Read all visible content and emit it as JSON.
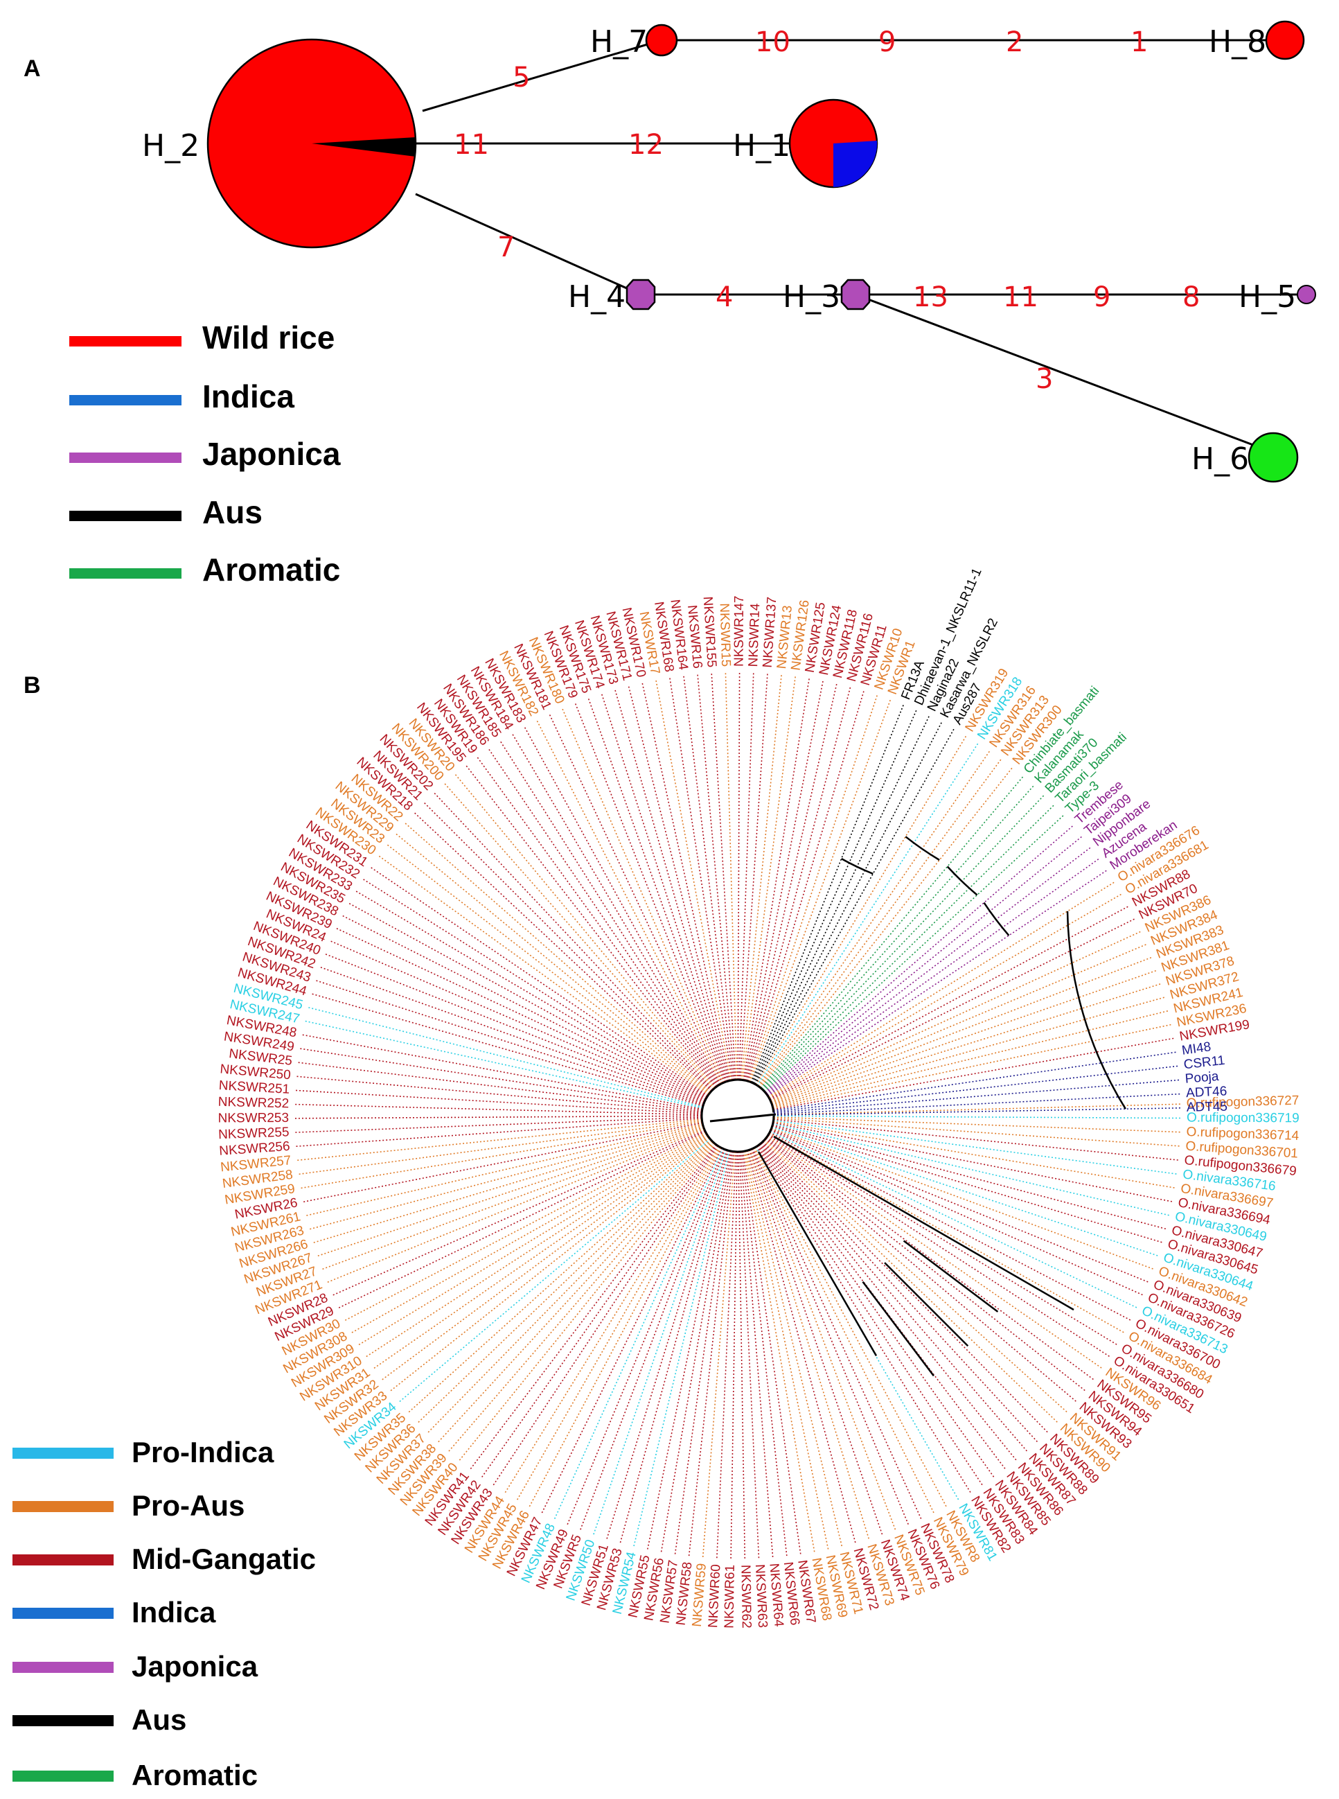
{
  "panel_a": {
    "letter": "A",
    "colors": {
      "wild_rice": "#fd0000",
      "indica": "#0a0ae8",
      "japonica": "#b04cb8",
      "aus": "#000000",
      "aromatic": "#16e616"
    },
    "nodes": [
      {
        "id": "H_2",
        "label": "H_2"
      },
      {
        "id": "H_7",
        "label": "H_7"
      },
      {
        "id": "H_8",
        "label": "H_8"
      },
      {
        "id": "H_1",
        "label": "H_1"
      },
      {
        "id": "H_4",
        "label": "H_4"
      },
      {
        "id": "H_3",
        "label": "H_3"
      },
      {
        "id": "H_5",
        "label": "H_5"
      },
      {
        "id": "H_6",
        "label": "H_6"
      }
    ],
    "mutations": [
      {
        "label": "5",
        "edge": "H_2-H_7"
      },
      {
        "label": "10",
        "edge": "H_7-H_8"
      },
      {
        "label": "9",
        "edge": "H_7-H_8"
      },
      {
        "label": "2",
        "edge": "H_7-H_8"
      },
      {
        "label": "1",
        "edge": "H_7-H_8"
      },
      {
        "label": "11",
        "edge": "H_2-H_1"
      },
      {
        "label": "12",
        "edge": "H_2-H_1"
      },
      {
        "label": "7",
        "edge": "H_2-H_4"
      },
      {
        "label": "4",
        "edge": "H_4-H_3"
      },
      {
        "label": "13",
        "edge": "H_3-H_5"
      },
      {
        "label": "11",
        "edge": "H_3-H_5"
      },
      {
        "label": "9",
        "edge": "H_3-H_5"
      },
      {
        "label": "8",
        "edge": "H_3-H_5"
      },
      {
        "label": "3",
        "edge": "H_3-H_6"
      }
    ],
    "legend": [
      {
        "label": "Wild rice",
        "color": "#fd0000"
      },
      {
        "label": "Indica",
        "color": "#1a6fd0"
      },
      {
        "label": "Japonica",
        "color": "#b04cb8"
      },
      {
        "label": "Aus",
        "color": "#000000"
      },
      {
        "label": "Aromatic",
        "color": "#1aa84a"
      }
    ]
  },
  "panel_b": {
    "letter": "B",
    "group_colors": {
      "pro_indica": "#29cfe3",
      "pro_aus": "#e07a26",
      "mid_gangatic": "#b2141f",
      "indica": "#1a1a8c",
      "japonica": "#8b1c8b",
      "aus": "#000000",
      "aromatic": "#1a9a4a"
    },
    "leaves": [
      {
        "label": "O.rufipogon336727",
        "group": "pro_aus"
      },
      {
        "label": "O.rufipogon336719",
        "group": "pro_indica"
      },
      {
        "label": "O.rufipogon336714",
        "group": "pro_aus"
      },
      {
        "label": "O.rufipogon336701",
        "group": "pro_aus"
      },
      {
        "label": "O.rufipogon336679",
        "group": "mid_gangatic"
      },
      {
        "label": "O.nivara336716",
        "group": "pro_indica"
      },
      {
        "label": "O.nivara336697",
        "group": "pro_aus"
      },
      {
        "label": "O.nivara336694",
        "group": "mid_gangatic"
      },
      {
        "label": "O.nivara330649",
        "group": "pro_indica"
      },
      {
        "label": "O.nivara330647",
        "group": "mid_gangatic"
      },
      {
        "label": "O.nivara330645",
        "group": "mid_gangatic"
      },
      {
        "label": "O.nivara330644",
        "group": "pro_indica"
      },
      {
        "label": "O.nivara330642",
        "group": "pro_aus"
      },
      {
        "label": "O.nivara330639",
        "group": "mid_gangatic"
      },
      {
        "label": "O.nivara336726",
        "group": "mid_gangatic"
      },
      {
        "label": "O.nivara336713",
        "group": "pro_indica"
      },
      {
        "label": "O.nivara336700",
        "group": "mid_gangatic"
      },
      {
        "label": "O.nivara336684",
        "group": "pro_aus"
      },
      {
        "label": "O.nivara336680",
        "group": "mid_gangatic"
      },
      {
        "label": "O.nivara330651",
        "group": "mid_gangatic"
      },
      {
        "label": "NKSWR96",
        "group": "pro_aus"
      },
      {
        "label": "NKSWR95",
        "group": "mid_gangatic"
      },
      {
        "label": "NKSWR94",
        "group": "mid_gangatic"
      },
      {
        "label": "NKSWR93",
        "group": "mid_gangatic"
      },
      {
        "label": "NKSWR91",
        "group": "pro_aus"
      },
      {
        "label": "NKSWR90",
        "group": "pro_aus"
      },
      {
        "label": "NKSWR89",
        "group": "mid_gangatic"
      },
      {
        "label": "NKSWR88",
        "group": "mid_gangatic"
      },
      {
        "label": "NKSWR87",
        "group": "mid_gangatic"
      },
      {
        "label": "NKSWR86",
        "group": "mid_gangatic"
      },
      {
        "label": "NKSWR85",
        "group": "mid_gangatic"
      },
      {
        "label": "NKSWR84",
        "group": "mid_gangatic"
      },
      {
        "label": "NKSWR83",
        "group": "mid_gangatic"
      },
      {
        "label": "NKSWR82",
        "group": "mid_gangatic"
      },
      {
        "label": "NKSWR81",
        "group": "pro_indica"
      },
      {
        "label": "NKSWR8",
        "group": "pro_aus"
      },
      {
        "label": "NKSWR79",
        "group": "pro_aus"
      },
      {
        "label": "NKSWR78",
        "group": "mid_gangatic"
      },
      {
        "label": "NKSWR76",
        "group": "mid_gangatic"
      },
      {
        "label": "NKSWR75",
        "group": "pro_aus"
      },
      {
        "label": "NKSWR74",
        "group": "mid_gangatic"
      },
      {
        "label": "NKSWR73",
        "group": "pro_aus"
      },
      {
        "label": "NKSWR72",
        "group": "mid_gangatic"
      },
      {
        "label": "NKSWR71",
        "group": "pro_aus"
      },
      {
        "label": "NKSWR69",
        "group": "pro_aus"
      },
      {
        "label": "NKSWR68",
        "group": "pro_aus"
      },
      {
        "label": "NKSWR67",
        "group": "mid_gangatic"
      },
      {
        "label": "NKSWR66",
        "group": "mid_gangatic"
      },
      {
        "label": "NKSWR64",
        "group": "mid_gangatic"
      },
      {
        "label": "NKSWR63",
        "group": "mid_gangatic"
      },
      {
        "label": "NKSWR62",
        "group": "mid_gangatic"
      },
      {
        "label": "NKSWR61",
        "group": "mid_gangatic"
      },
      {
        "label": "NKSWR60",
        "group": "mid_gangatic"
      },
      {
        "label": "NKSWR59",
        "group": "pro_aus"
      },
      {
        "label": "NKSWR58",
        "group": "mid_gangatic"
      },
      {
        "label": "NKSWR57",
        "group": "mid_gangatic"
      },
      {
        "label": "NKSWR56",
        "group": "mid_gangatic"
      },
      {
        "label": "NKSWR55",
        "group": "mid_gangatic"
      },
      {
        "label": "NKSWR54",
        "group": "pro_indica"
      },
      {
        "label": "NKSWR53",
        "group": "mid_gangatic"
      },
      {
        "label": "NKSWR51",
        "group": "mid_gangatic"
      },
      {
        "label": "NKSWR50",
        "group": "pro_indica"
      },
      {
        "label": "NKSWR5",
        "group": "mid_gangatic"
      },
      {
        "label": "NKSWR49",
        "group": "mid_gangatic"
      },
      {
        "label": "NKSWR48",
        "group": "pro_indica"
      },
      {
        "label": "NKSWR47",
        "group": "mid_gangatic"
      },
      {
        "label": "NKSWR46",
        "group": "pro_aus"
      },
      {
        "label": "NKSWR45",
        "group": "pro_aus"
      },
      {
        "label": "NKSWR44",
        "group": "pro_aus"
      },
      {
        "label": "NKSWR43",
        "group": "mid_gangatic"
      },
      {
        "label": "NKSWR42",
        "group": "mid_gangatic"
      },
      {
        "label": "NKSWR41",
        "group": "mid_gangatic"
      },
      {
        "label": "NKSWR40",
        "group": "pro_aus"
      },
      {
        "label": "NKSWR39",
        "group": "pro_aus"
      },
      {
        "label": "NKSWR38",
        "group": "pro_aus"
      },
      {
        "label": "NKSWR37",
        "group": "pro_aus"
      },
      {
        "label": "NKSWR36",
        "group": "pro_aus"
      },
      {
        "label": "NKSWR35",
        "group": "pro_aus"
      },
      {
        "label": "NKSWR34",
        "group": "pro_indica"
      },
      {
        "label": "NKSWR33",
        "group": "pro_aus"
      },
      {
        "label": "NKSWR32",
        "group": "pro_aus"
      },
      {
        "label": "NKSWR31",
        "group": "pro_aus"
      },
      {
        "label": "NKSWR310",
        "group": "pro_aus"
      },
      {
        "label": "NKSWR309",
        "group": "pro_aus"
      },
      {
        "label": "NKSWR308",
        "group": "pro_aus"
      },
      {
        "label": "NKSWR30",
        "group": "pro_aus"
      },
      {
        "label": "NKSWR29",
        "group": "mid_gangatic"
      },
      {
        "label": "NKSWR28",
        "group": "mid_gangatic"
      },
      {
        "label": "NKSWR271",
        "group": "pro_aus"
      },
      {
        "label": "NKSWR27",
        "group": "pro_aus"
      },
      {
        "label": "NKSWR267",
        "group": "pro_aus"
      },
      {
        "label": "NKSWR266",
        "group": "pro_aus"
      },
      {
        "label": "NKSWR263",
        "group": "pro_aus"
      },
      {
        "label": "NKSWR261",
        "group": "pro_aus"
      },
      {
        "label": "NKSWR26",
        "group": "mid_gangatic"
      },
      {
        "label": "NKSWR259",
        "group": "pro_aus"
      },
      {
        "label": "NKSWR258",
        "group": "pro_aus"
      },
      {
        "label": "NKSWR257",
        "group": "pro_aus"
      },
      {
        "label": "NKSWR256",
        "group": "mid_gangatic"
      },
      {
        "label": "NKSWR255",
        "group": "mid_gangatic"
      },
      {
        "label": "NKSWR253",
        "group": "mid_gangatic"
      },
      {
        "label": "NKSWR252",
        "group": "mid_gangatic"
      },
      {
        "label": "NKSWR251",
        "group": "mid_gangatic"
      },
      {
        "label": "NKSWR250",
        "group": "mid_gangatic"
      },
      {
        "label": "NKSWR25",
        "group": "mid_gangatic"
      },
      {
        "label": "NKSWR249",
        "group": "mid_gangatic"
      },
      {
        "label": "NKSWR248",
        "group": "mid_gangatic"
      },
      {
        "label": "NKSWR247",
        "group": "pro_indica"
      },
      {
        "label": "NKSWR245",
        "group": "pro_indica"
      },
      {
        "label": "NKSWR244",
        "group": "mid_gangatic"
      },
      {
        "label": "NKSWR243",
        "group": "mid_gangatic"
      },
      {
        "label": "NKSWR242",
        "group": "mid_gangatic"
      },
      {
        "label": "NKSWR240",
        "group": "mid_gangatic"
      },
      {
        "label": "NKSWR24",
        "group": "mid_gangatic"
      },
      {
        "label": "NKSWR239",
        "group": "mid_gangatic"
      },
      {
        "label": "NKSWR238",
        "group": "mid_gangatic"
      },
      {
        "label": "NKSWR235",
        "group": "mid_gangatic"
      },
      {
        "label": "NKSWR233",
        "group": "mid_gangatic"
      },
      {
        "label": "NKSWR232",
        "group": "mid_gangatic"
      },
      {
        "label": "NKSWR231",
        "group": "mid_gangatic"
      },
      {
        "label": "NKSWR230",
        "group": "pro_aus"
      },
      {
        "label": "NKSWR23",
        "group": "pro_aus"
      },
      {
        "label": "NKSWR229",
        "group": "pro_aus"
      },
      {
        "label": "NKSWR22",
        "group": "pro_aus"
      },
      {
        "label": "NKSWR218",
        "group": "mid_gangatic"
      },
      {
        "label": "NKSWR21",
        "group": "mid_gangatic"
      },
      {
        "label": "NKSWR202",
        "group": "mid_gangatic"
      },
      {
        "label": "NKSWR200",
        "group": "pro_aus"
      },
      {
        "label": "NKSWR20",
        "group": "pro_aus"
      },
      {
        "label": "NKSWR195",
        "group": "mid_gangatic"
      },
      {
        "label": "NKSWR19",
        "group": "mid_gangatic"
      },
      {
        "label": "NKSWR186",
        "group": "mid_gangatic"
      },
      {
        "label": "NKSWR185",
        "group": "mid_gangatic"
      },
      {
        "label": "NKSWR184",
        "group": "mid_gangatic"
      },
      {
        "label": "NKSWR183",
        "group": "mid_gangatic"
      },
      {
        "label": "NKSWR182",
        "group": "pro_aus"
      },
      {
        "label": "NKSWR181",
        "group": "mid_gangatic"
      },
      {
        "label": "NKSWR180",
        "group": "pro_aus"
      },
      {
        "label": "NKSWR179",
        "group": "mid_gangatic"
      },
      {
        "label": "NKSWR175",
        "group": "mid_gangatic"
      },
      {
        "label": "NKSWR174",
        "group": "mid_gangatic"
      },
      {
        "label": "NKSWR173",
        "group": "mid_gangatic"
      },
      {
        "label": "NKSWR171",
        "group": "mid_gangatic"
      },
      {
        "label": "NKSWR170",
        "group": "mid_gangatic"
      },
      {
        "label": "NKSWR17",
        "group": "pro_aus"
      },
      {
        "label": "NKSWR168",
        "group": "mid_gangatic"
      },
      {
        "label": "NKSWR164",
        "group": "mid_gangatic"
      },
      {
        "label": "NKSWR16",
        "group": "mid_gangatic"
      },
      {
        "label": "NKSWR155",
        "group": "mid_gangatic"
      },
      {
        "label": "NKSWR15",
        "group": "pro_aus"
      },
      {
        "label": "NKSWR147",
        "group": "mid_gangatic"
      },
      {
        "label": "NKSWR14",
        "group": "mid_gangatic"
      },
      {
        "label": "NKSWR137",
        "group": "mid_gangatic"
      },
      {
        "label": "NKSWR13",
        "group": "pro_aus"
      },
      {
        "label": "NKSWR126",
        "group": "pro_aus"
      },
      {
        "label": "NKSWR125",
        "group": "mid_gangatic"
      },
      {
        "label": "NKSWR124",
        "group": "mid_gangatic"
      },
      {
        "label": "NKSWR118",
        "group": "mid_gangatic"
      },
      {
        "label": "NKSWR116",
        "group": "mid_gangatic"
      },
      {
        "label": "NKSWR11",
        "group": "mid_gangatic"
      },
      {
        "label": "NKSWR10",
        "group": "pro_aus"
      },
      {
        "label": "NKSWR1",
        "group": "pro_aus"
      },
      {
        "label": "FR13A",
        "group": "aus"
      },
      {
        "label": "Dhiraevan-1_NKSLR11-1",
        "group": "aus"
      },
      {
        "label": "Nagina22",
        "group": "aus"
      },
      {
        "label": "Kasarwa_NKSLR2",
        "group": "aus"
      },
      {
        "label": "Aus287",
        "group": "aus"
      },
      {
        "label": "NKSWR319",
        "group": "pro_aus"
      },
      {
        "label": "NKSWR318",
        "group": "pro_indica"
      },
      {
        "label": "NKSWR316",
        "group": "pro_aus"
      },
      {
        "label": "NKSWR313",
        "group": "pro_aus"
      },
      {
        "label": "NKSWR300",
        "group": "pro_aus"
      },
      {
        "label": "Chinbiate_basmati",
        "group": "aromatic"
      },
      {
        "label": "Kalanamak",
        "group": "aromatic"
      },
      {
        "label": "Basmati370",
        "group": "aromatic"
      },
      {
        "label": "Taraori_basmati",
        "group": "aromatic"
      },
      {
        "label": "Type-3",
        "group": "aromatic"
      },
      {
        "label": "Trembese",
        "group": "japonica"
      },
      {
        "label": "Taipei309",
        "group": "japonica"
      },
      {
        "label": "Nipponbare",
        "group": "japonica"
      },
      {
        "label": "Azucena",
        "group": "japonica"
      },
      {
        "label": "Moroberekan",
        "group": "japonica"
      },
      {
        "label": "O.nivara336676",
        "group": "pro_aus"
      },
      {
        "label": "O.nivara336681",
        "group": "pro_aus"
      },
      {
        "label": "NKSWR88",
        "group": "mid_gangatic"
      },
      {
        "label": "NKSWR70",
        "group": "mid_gangatic"
      },
      {
        "label": "NKSWR386",
        "group": "pro_aus"
      },
      {
        "label": "NKSWR384",
        "group": "pro_aus"
      },
      {
        "label": "NKSWR383",
        "group": "pro_aus"
      },
      {
        "label": "NKSWR381",
        "group": "pro_aus"
      },
      {
        "label": "NKSWR378",
        "group": "pro_aus"
      },
      {
        "label": "NKSWR372",
        "group": "pro_aus"
      },
      {
        "label": "NKSWR241",
        "group": "pro_aus"
      },
      {
        "label": "NKSWR236",
        "group": "pro_aus"
      },
      {
        "label": "NKSWR199",
        "group": "mid_gangatic"
      },
      {
        "label": "MI48",
        "group": "indica"
      },
      {
        "label": "CSR11",
        "group": "indica"
      },
      {
        "label": "Pooja",
        "group": "indica"
      },
      {
        "label": "ADT46",
        "group": "indica"
      },
      {
        "label": "ADT45",
        "group": "indica"
      }
    ],
    "legend": [
      {
        "label": "Pro-Indica",
        "color": "#29b8e8"
      },
      {
        "label": "Pro-Aus",
        "color": "#e07a26"
      },
      {
        "label": "Mid-Gangatic",
        "color": "#b2141f"
      },
      {
        "label": "Indica",
        "color": "#1a6fd0"
      },
      {
        "label": "Japonica",
        "color": "#b04cb8"
      },
      {
        "label": "Aus",
        "color": "#000000"
      },
      {
        "label": "Aromatic",
        "color": "#1aa84a"
      }
    ]
  }
}
